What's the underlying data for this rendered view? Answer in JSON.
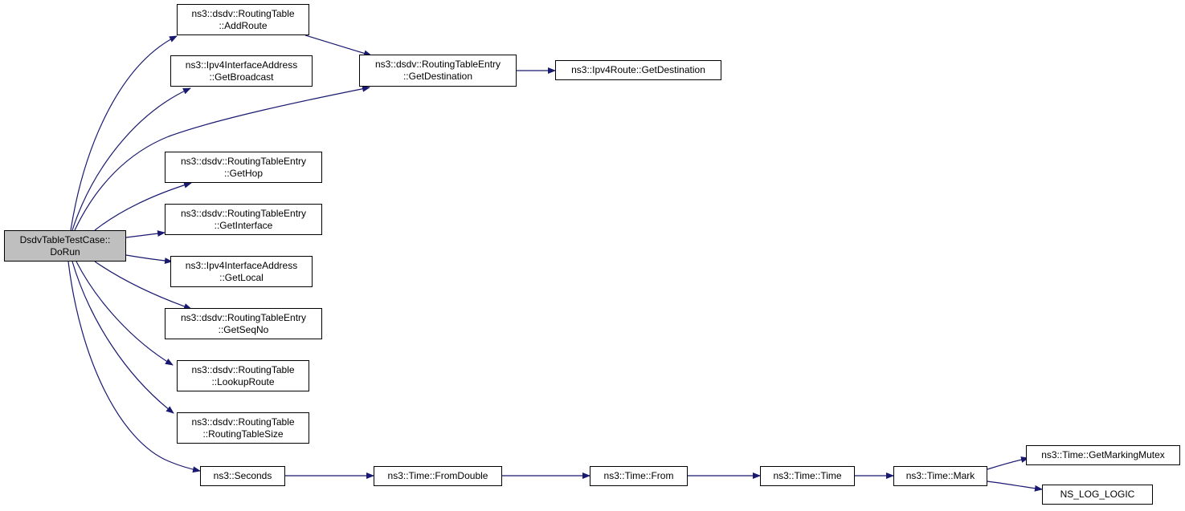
{
  "diagram": {
    "type": "call-graph",
    "colors": {
      "edge": "#191970",
      "node_border": "#000000",
      "node_fill": "#ffffff",
      "root_fill": "#bfbfbf"
    },
    "nodes": {
      "root": {
        "line1": "DsdvTableTestCase::",
        "line2": "DoRun"
      },
      "add_route": {
        "line1": "ns3::dsdv::RoutingTable",
        "line2": "::AddRoute"
      },
      "get_broadcast": {
        "line1": "ns3::Ipv4InterfaceAddress",
        "line2": "::GetBroadcast"
      },
      "rte_get_destination": {
        "line1": "ns3::dsdv::RoutingTableEntry",
        "line2": "::GetDestination"
      },
      "ipv4route_get_destination": {
        "line1": "ns3::Ipv4Route::GetDestination"
      },
      "get_hop": {
        "line1": "ns3::dsdv::RoutingTableEntry",
        "line2": "::GetHop"
      },
      "get_interface": {
        "line1": "ns3::dsdv::RoutingTableEntry",
        "line2": "::GetInterface"
      },
      "get_local": {
        "line1": "ns3::Ipv4InterfaceAddress",
        "line2": "::GetLocal"
      },
      "get_seqno": {
        "line1": "ns3::dsdv::RoutingTableEntry",
        "line2": "::GetSeqNo"
      },
      "lookup_route": {
        "line1": "ns3::dsdv::RoutingTable",
        "line2": "::LookupRoute"
      },
      "routing_table_size": {
        "line1": "ns3::dsdv::RoutingTable",
        "line2": "::RoutingTableSize"
      },
      "seconds": {
        "line1": "ns3::Seconds"
      },
      "from_double": {
        "line1": "ns3::Time::FromDouble"
      },
      "from": {
        "line1": "ns3::Time::From"
      },
      "time": {
        "line1": "ns3::Time::Time"
      },
      "mark": {
        "line1": "ns3::Time::Mark"
      },
      "get_marking_mutex": {
        "line1": "ns3::Time::GetMarkingMutex"
      },
      "ns_log_logic": {
        "line1": "NS_LOG_LOGIC"
      }
    },
    "edges": [
      [
        "root",
        "add_route"
      ],
      [
        "root",
        "get_broadcast"
      ],
      [
        "root",
        "rte_get_destination"
      ],
      [
        "root",
        "get_hop"
      ],
      [
        "root",
        "get_interface"
      ],
      [
        "root",
        "get_local"
      ],
      [
        "root",
        "get_seqno"
      ],
      [
        "root",
        "lookup_route"
      ],
      [
        "root",
        "routing_table_size"
      ],
      [
        "root",
        "seconds"
      ],
      [
        "add_route",
        "rte_get_destination"
      ],
      [
        "rte_get_destination",
        "ipv4route_get_destination"
      ],
      [
        "seconds",
        "from_double"
      ],
      [
        "from_double",
        "from"
      ],
      [
        "from",
        "time"
      ],
      [
        "time",
        "mark"
      ],
      [
        "mark",
        "get_marking_mutex"
      ],
      [
        "mark",
        "ns_log_logic"
      ]
    ]
  }
}
